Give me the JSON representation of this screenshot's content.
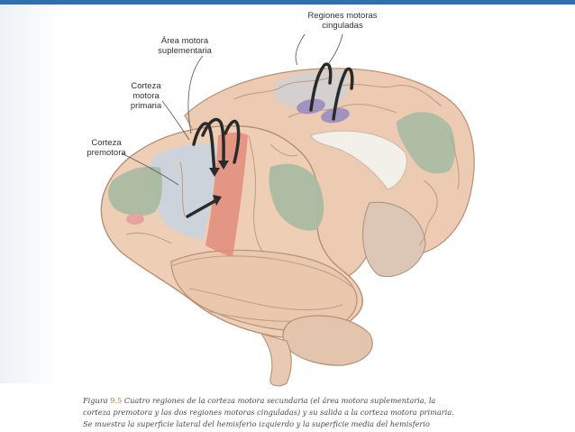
{
  "labels": {
    "cingulate": "Regiones motoras\ncinguladas",
    "sma": "Área motora\nsuplementaria",
    "primary": "Corteza\nmotora\nprimaria",
    "premotor": "Corteza\npremotora"
  },
  "caption": {
    "prefix": "Figura",
    "number": "9.5",
    "line1_rest": "Cuatro regiones de la corteza motora secundaria (el área motora suplementaria, la",
    "line2": "corteza premotora y las dos regiones motoras cinguladas) y su salida a la corteza motora primaria.",
    "line3": "Se muestra la superficie lateral del hemisferio izquierdo y la superficie media del hemisferio"
  },
  "colors": {
    "brain": "#eecfb6",
    "brain_outline": "#b88f74",
    "primary_motor": "#e28c7c",
    "premotor": "#c5d4e2",
    "secondary_green": "#a9bba2",
    "cingulate": "#9c8fbe",
    "arrow": "#2a2a2a",
    "caption_number": "#c9782d"
  }
}
